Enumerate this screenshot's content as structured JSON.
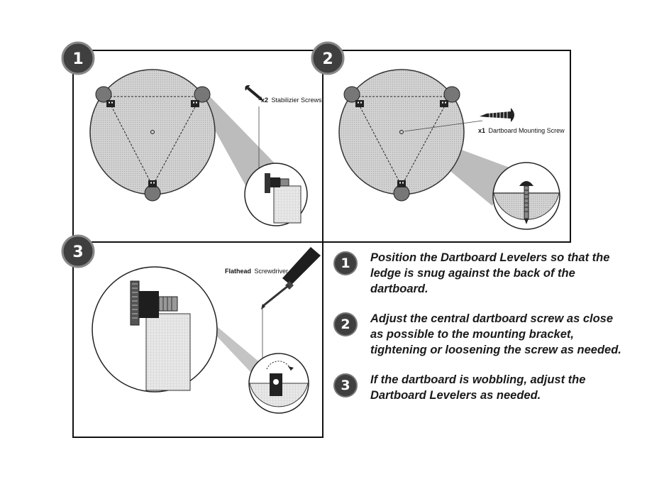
{
  "panels": [
    {
      "number": "1",
      "callout": {
        "quantity": "x2",
        "text": "Stabilizier Screws"
      },
      "icons": [
        "dartboard-back",
        "leveler-bracket",
        "stabilizer-screw",
        "ledge-detail-magnifier"
      ]
    },
    {
      "number": "2",
      "callout": {
        "quantity": "x1",
        "text": "Dartboard Mounting Screw"
      },
      "icons": [
        "dartboard-back",
        "leveler-bracket",
        "mounting-screw",
        "screw-in-wall-magnifier"
      ]
    },
    {
      "number": "3",
      "callout": {
        "quantity": "Flathead",
        "text": "Screwdriver"
      },
      "icons": [
        "leveler-detail-magnifier",
        "flathead-screwdriver",
        "adjustment-arrow"
      ]
    }
  ],
  "instructions": [
    {
      "number": "1",
      "text": "Position the Dartboard Levelers so that the ledge is snug against the back of the dartboard."
    },
    {
      "number": "2",
      "text": "Adjust the central dartboard screw as close as possible to the mounting bracket, tightening or loosening the screw as needed."
    },
    {
      "number": "3",
      "text": "If the dartboard is wobbling, adjust the Dartboard Levelers as needed."
    }
  ],
  "colors": {
    "badge": "#3f3f3f",
    "board": "#cfcfcf",
    "frame": "#111111",
    "beam": "#b8b8b8"
  }
}
